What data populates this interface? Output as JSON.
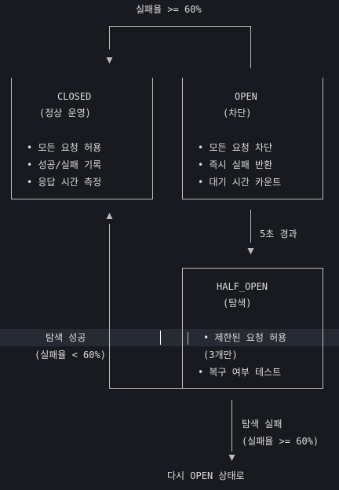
{
  "top_transition": {
    "label": "실패율 >= 60%"
  },
  "states": {
    "closed": {
      "title": "CLOSED",
      "subtitle": "(정상 운영)",
      "bullets": [
        "• 모든 요청 허용",
        "• 성공/실패 기록",
        "• 응답 시간 측정"
      ]
    },
    "open": {
      "title": "OPEN",
      "subtitle": "(차단)",
      "bullets": [
        "• 모든 요청 차단",
        "• 즉시 실패 반환",
        "• 대기 시간 카운트"
      ]
    },
    "half_open": {
      "title": "HALF_OPEN",
      "subtitle": "(탐색)",
      "bullets": [
        "• 제한된 요청 허용",
        "(3개만)",
        "• 복구 여부 테스트"
      ]
    }
  },
  "transitions": {
    "open_to_half": "5초 경과",
    "half_to_closed": {
      "line1": "탐색 성공",
      "line2": "(실패율 < 60%)"
    },
    "half_to_open": {
      "line1": "탐색 실패",
      "line2": "(실패율 >= 60%)"
    },
    "bottom": "다시 OPEN 상태로"
  }
}
